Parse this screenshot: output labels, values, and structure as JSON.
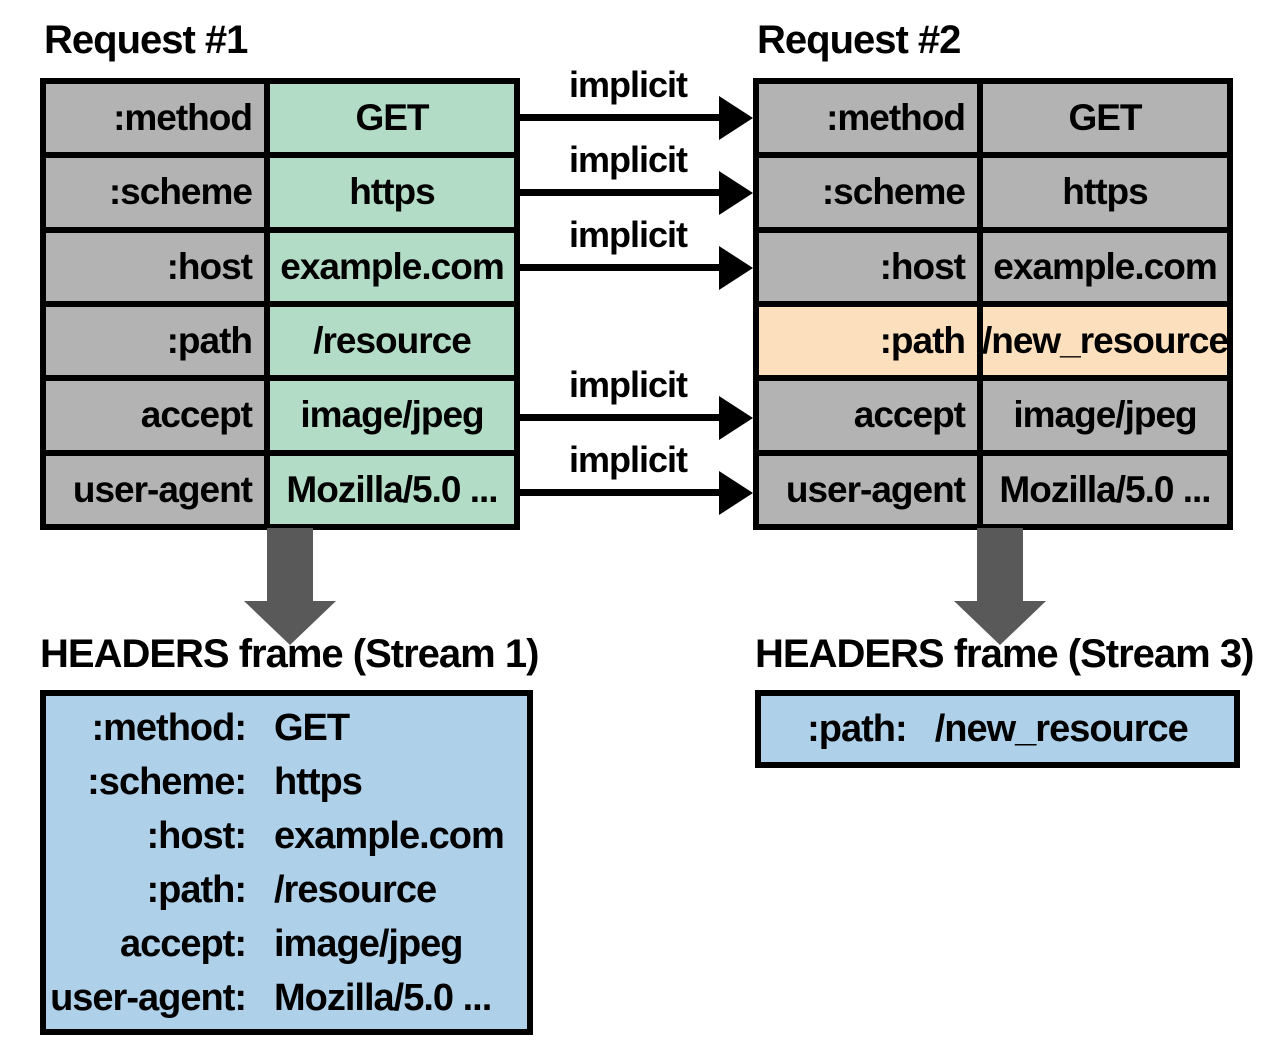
{
  "colors": {
    "cell_grey": "#b3b3b3",
    "cell_green": "#b2dcc5",
    "highlight_orange": "#fcdfbc",
    "frame_blue": "#aed0e9",
    "arrow_grey": "#595959",
    "line_black": "#000000"
  },
  "request1": {
    "title": "Request #1",
    "rows": [
      {
        "key": ":method",
        "value": "GET"
      },
      {
        "key": ":scheme",
        "value": "https"
      },
      {
        "key": ":host",
        "value": "example.com"
      },
      {
        "key": ":path",
        "value": "/resource"
      },
      {
        "key": "accept",
        "value": "image/jpeg"
      },
      {
        "key": "user-agent",
        "value": "Mozilla/5.0 ..."
      }
    ]
  },
  "request2": {
    "title": "Request #2",
    "rows": [
      {
        "key": ":method",
        "value": "GET",
        "highlighted": false
      },
      {
        "key": ":scheme",
        "value": "https",
        "highlighted": false
      },
      {
        "key": ":host",
        "value": "example.com",
        "highlighted": false
      },
      {
        "key": ":path",
        "value": "/new_resource",
        "highlighted": true
      },
      {
        "key": "accept",
        "value": "image/jpeg",
        "highlighted": false
      },
      {
        "key": "user-agent",
        "value": "Mozilla/5.0 ...",
        "highlighted": false
      }
    ]
  },
  "implicit_arrows": {
    "labels": [
      "implicit",
      "implicit",
      "implicit",
      "implicit",
      "implicit"
    ]
  },
  "frame1": {
    "title": "HEADERS frame (Stream 1)",
    "lines": [
      {
        "key": ":method:",
        "value": "GET"
      },
      {
        "key": ":scheme:",
        "value": "https"
      },
      {
        "key": ":host:",
        "value": "example.com"
      },
      {
        "key": ":path:",
        "value": "/resource"
      },
      {
        "key": "accept:",
        "value": "image/jpeg"
      },
      {
        "key": "user-agent:",
        "value": "Mozilla/5.0 ..."
      }
    ]
  },
  "frame3": {
    "title": "HEADERS frame (Stream 3)",
    "lines": [
      {
        "key": ":path:",
        "value": "/new_resource"
      }
    ]
  }
}
